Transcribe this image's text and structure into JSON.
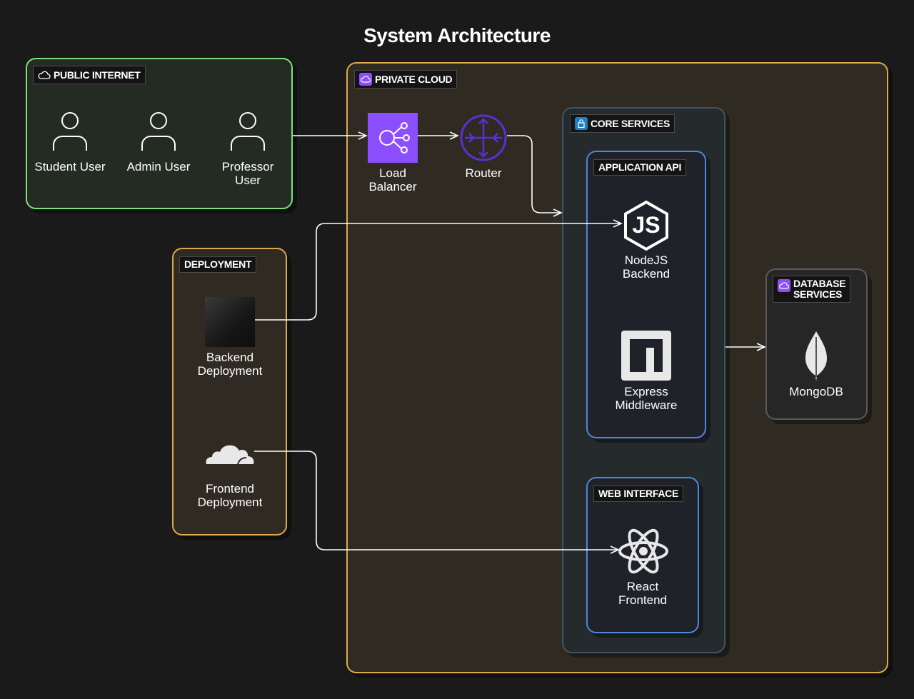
{
  "title": "System Architecture",
  "groups": {
    "public_internet": "PUBLIC INTERNET",
    "private_cloud": "PRIVATE CLOUD",
    "core_services": "CORE SERVICES",
    "application_api": "APPLICATION API",
    "web_interface": "WEB INTERFACE",
    "deployment": "DEPLOYMENT",
    "database_services_line1": "DATABASE",
    "database_services_line2": "SERVICES"
  },
  "nodes": {
    "student_user": "Student User",
    "admin_user": "Admin User",
    "professor_user_line1": "Professor",
    "professor_user_line2": "User",
    "load_balancer_line1": "Load",
    "load_balancer_line2": "Balancer",
    "router": "Router",
    "nodejs_line1": "NodeJS",
    "nodejs_line2": "Backend",
    "express_line1": "Express",
    "express_line2": "Middleware",
    "react_line1": "React",
    "react_line2": "Frontend",
    "mongodb": "MongoDB",
    "backend_deploy_line1": "Backend",
    "backend_deploy_line2": "Deployment",
    "frontend_deploy_line1": "Frontend",
    "frontend_deploy_line2": "Deployment",
    "js_logo_text": "JS"
  },
  "colors": {
    "public_internet_border": "#7ee07e",
    "public_internet_fill": "#232b23",
    "private_cloud_border": "#e0a84a",
    "private_cloud_fill": "#2f2a22",
    "core_services_border": "#3d5666",
    "core_services_fill": "#252a2d",
    "inner_box_border": "#4f86e0",
    "inner_box_fill": "#1f2228",
    "deployment_border": "#e0a84a",
    "deployment_fill": "#2f2a22",
    "database_border": "#5a5a5a",
    "database_fill": "#262626",
    "aws_purple": "#8c4fff",
    "router_purple": "#5a2fd6",
    "arrow": "#ffffff"
  }
}
